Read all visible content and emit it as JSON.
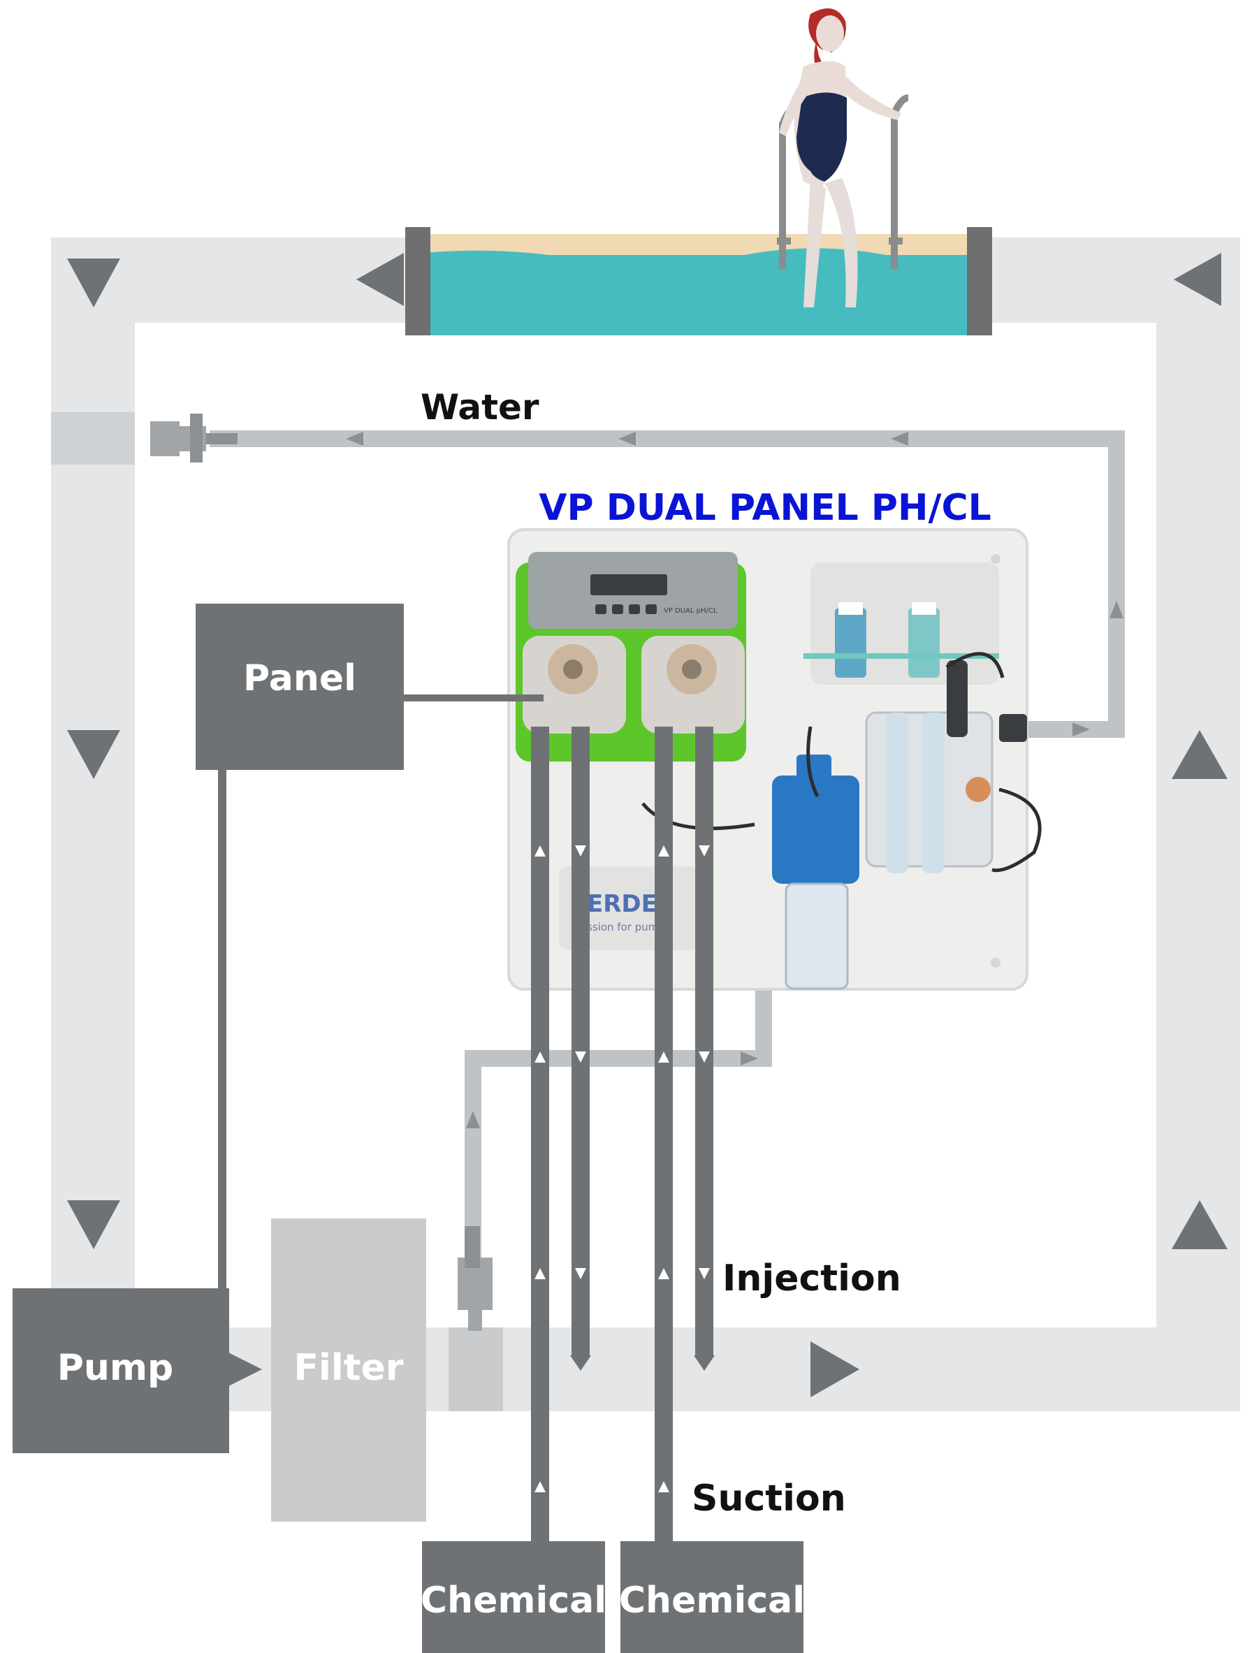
{
  "title": "VP DUAL PANEL PH/CL",
  "labels": {
    "water": "Water",
    "panel": "Panel",
    "pump": "Pump",
    "filter": "Filter",
    "injection": "Injection",
    "suction": "Suction",
    "chemical_left": "Chemical",
    "chemical_right": "Chemical"
  },
  "device": {
    "brand_text": "ERDEF",
    "slogan_text": "ssion for pum",
    "model_text": "VP DUAL pH/CL"
  },
  "colors": {
    "title_blue": "#0a14d6",
    "pipe_light": "#e5e6e7",
    "pipe_mid": "#bfc3c6",
    "box_dark": "#6f7275",
    "box_light": "#c9cbcd",
    "water": "#46bcc0",
    "sand": "#f0d9b3",
    "device_green": "#5cc62a"
  }
}
